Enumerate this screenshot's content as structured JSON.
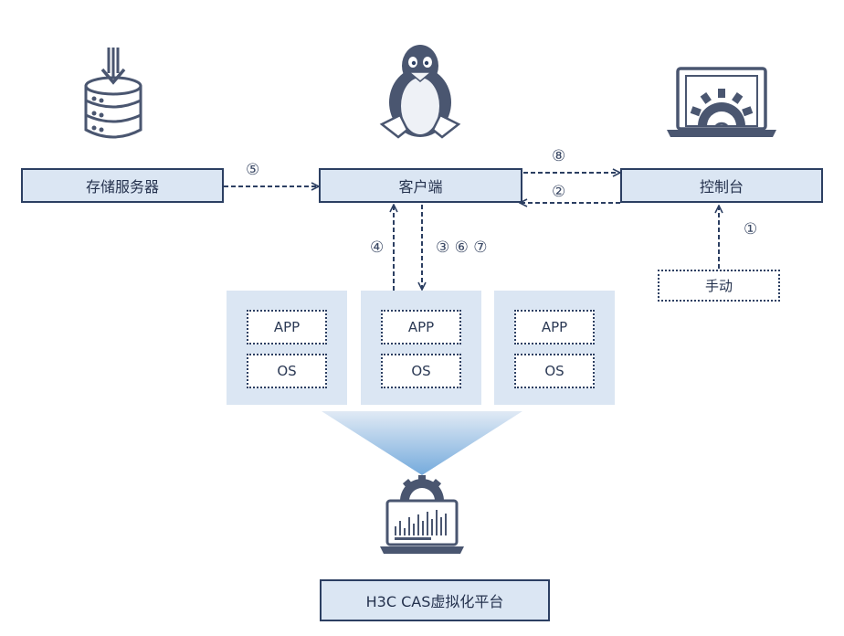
{
  "nodes": {
    "storage": "存储服务器",
    "client": "客户端",
    "console": "控制台",
    "manual": "手动",
    "platform": "H3C CAS虚拟化平台"
  },
  "vms": [
    {
      "app": "APP",
      "os": "OS"
    },
    {
      "app": "APP",
      "os": "OS"
    },
    {
      "app": "APP",
      "os": "OS"
    }
  ],
  "steps": {
    "s1": "①",
    "s2": "②",
    "s4": "④",
    "s5": "⑤",
    "s8": "⑧",
    "s367": "③ ⑥ ⑦"
  },
  "icons": [
    "database-download-icon",
    "linux-penguin-icon",
    "laptop-gear-icon",
    "laptop-monitor-icon"
  ],
  "colors": {
    "box_fill": "#dbe6f3",
    "border": "#2c3f62",
    "icon": "#4a5670",
    "gradient_top": "#dbe6f3",
    "gradient_bottom": "#5d9cd6"
  }
}
